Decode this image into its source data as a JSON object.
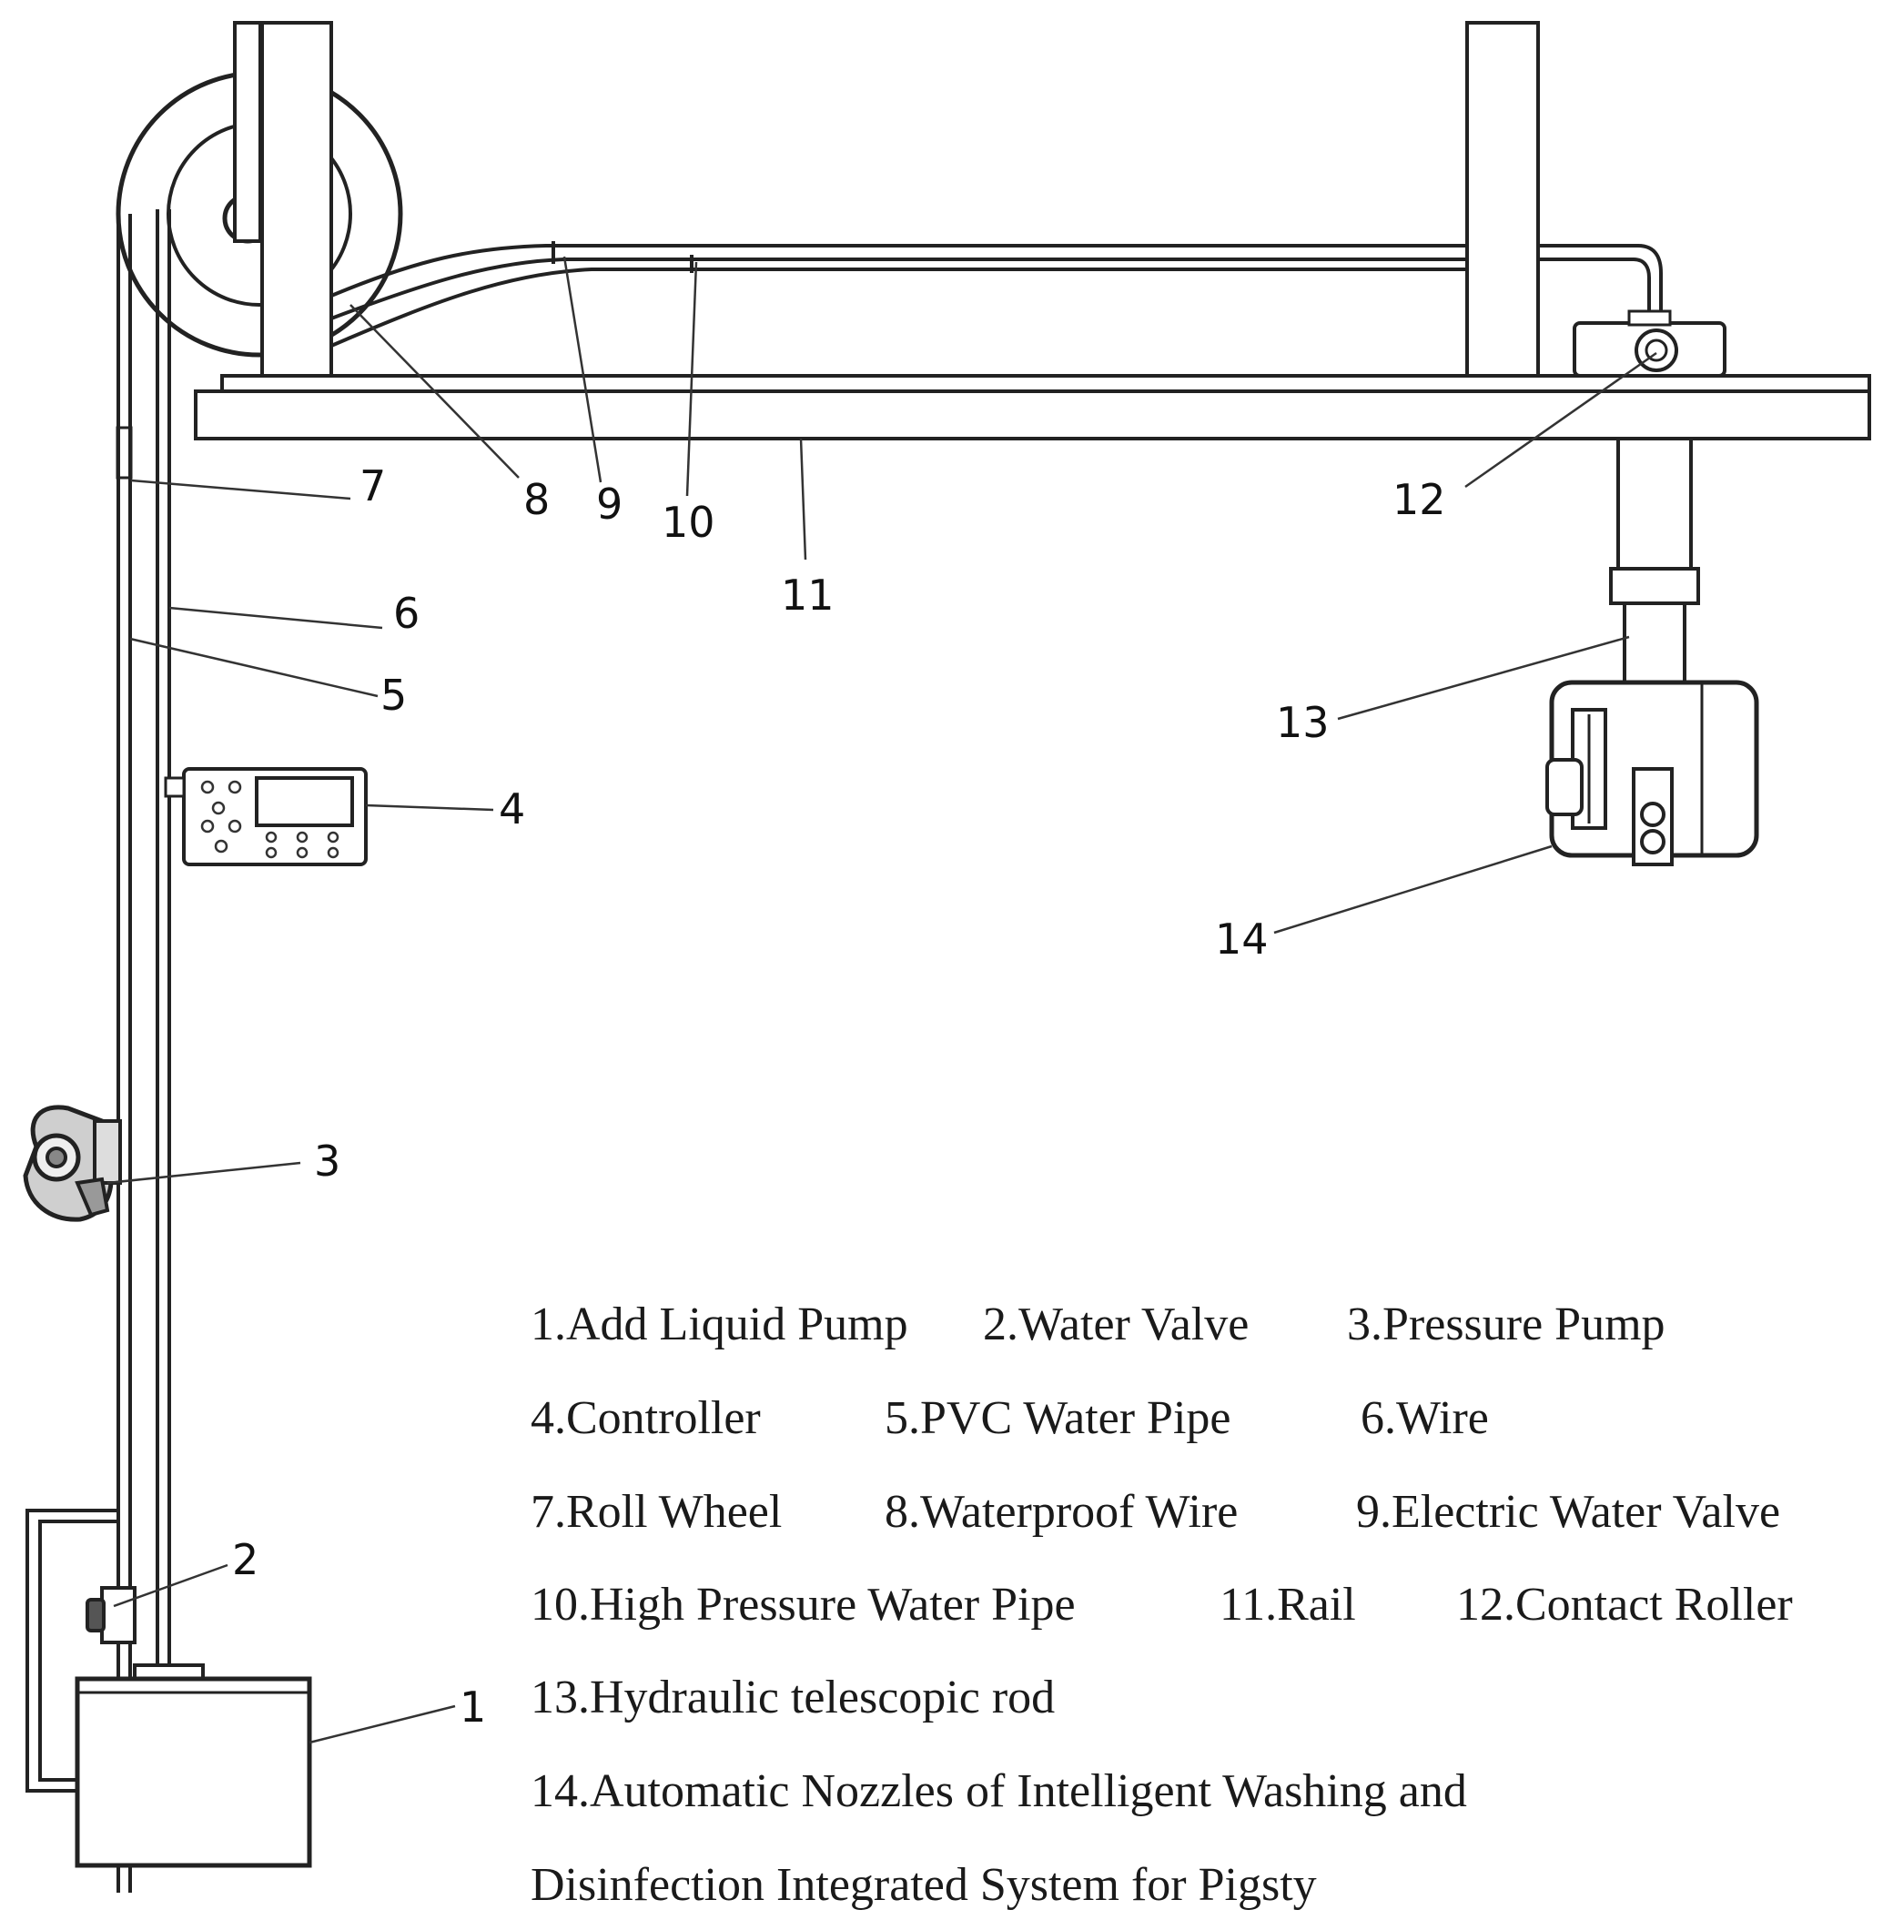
{
  "callouts": {
    "n1": "1",
    "n2": "2",
    "n3": "3",
    "n4": "4",
    "n5": "5",
    "n6": "6",
    "n7": "7",
    "n8": "8",
    "n9": "9",
    "n10": "10",
    "n11": "11",
    "n12": "12",
    "n13": "13",
    "n14": "14"
  },
  "legend": {
    "l1": "1.Add Liquid Pump",
    "l2": "2.Water Valve",
    "l3": "3.Pressure Pump",
    "l4": "4.Controller",
    "l5": "5.PVC Water Pipe",
    "l6": "6.Wire",
    "l7": "7.Roll Wheel",
    "l8": "8.Waterproof Wire",
    "l9": "9.Electric Water Valve",
    "l10": "10.High Pressure Water Pipe",
    "l11": "11.Rail",
    "l12": "12.Contact Roller",
    "l13": "13.Hydraulic telescopic rod",
    "l14a": "14.Automatic Nozzles of Intelligent Washing and",
    "l14b": "Disinfection Integrated System for Pigsty"
  }
}
